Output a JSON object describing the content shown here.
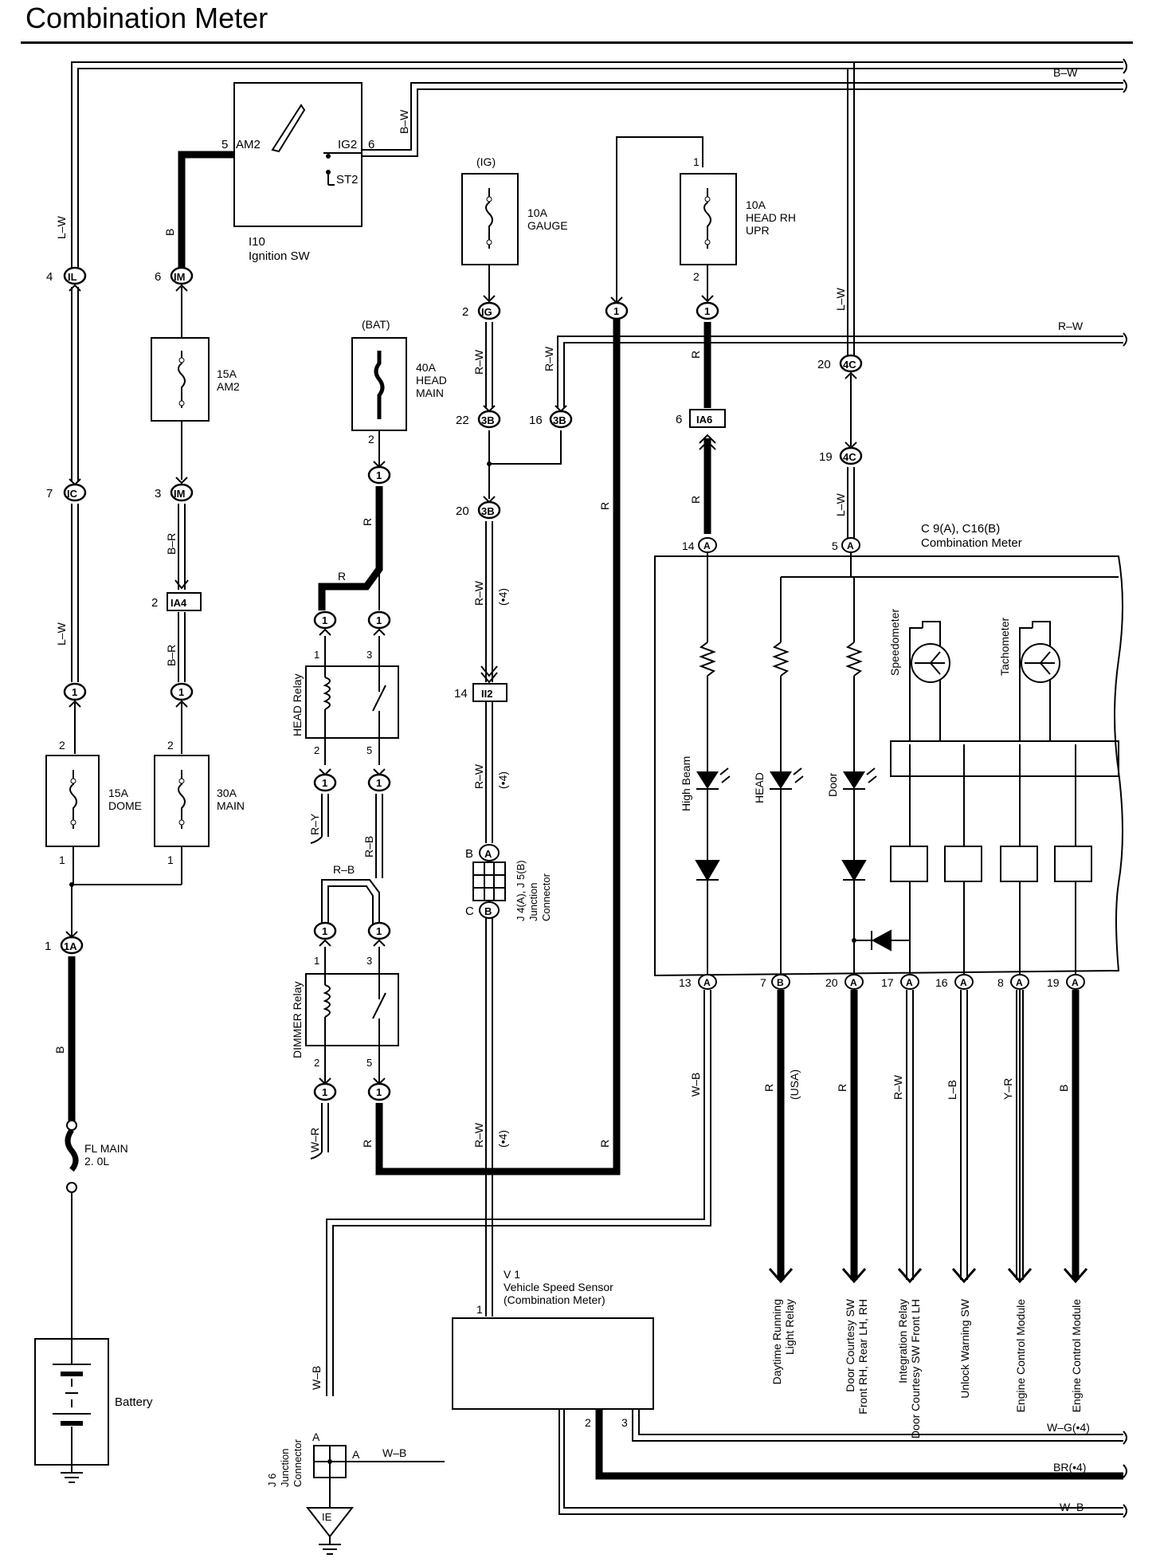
{
  "title": "Combination Meter",
  "wires": {
    "bw_top": "B–W",
    "bw_ign": "B–W",
    "lw_left": "L–W",
    "b_am2": "B",
    "lw_left2": "L–W",
    "br_1": "B–R",
    "br_2": "B–R",
    "b_fl": "B",
    "r_bat": "R",
    "r_relay": "R",
    "ry": "R–Y",
    "rb_1": "R–B",
    "rb_2": "R–B",
    "wr": "W–R",
    "r_dim": "R",
    "rw_gauge": "R–W",
    "rw_3b": "R–W",
    "rw_mid1": "R–W",
    "rw_mid2": "R–W",
    "rw_low": "R–W",
    "dot4": "(•4)",
    "r_vert": "R",
    "r_vert2": "R",
    "rw_right": "R–W",
    "r_ia6_1": "R",
    "r_ia6_2": "R",
    "lw_4c1": "L–W",
    "lw_4c2": "L–W",
    "wb_13": "W–B",
    "r_7": "R",
    "usa": "(USA)",
    "r_20": "R",
    "rw_17": "R–W",
    "lb_16": "L–B",
    "yr_8": "Y–R",
    "b_19": "B",
    "wb_j6": "W–B",
    "wb_a": "W–B",
    "wg4": "W–G(•4)",
    "br4": "BR(•4)",
    "wb_bottom": "W–B"
  },
  "components": {
    "ignition_sw": {
      "id": "I10",
      "name": "Ignition SW",
      "am2": "AM2",
      "ig2": "IG2",
      "st2": "ST2",
      "pin5": "5",
      "pin6": "6"
    },
    "fuse_gauge": {
      "supply": "(IG)",
      "rating": "10A",
      "name": "GAUGE"
    },
    "fuse_head_rh": {
      "pin": "1",
      "pin2": "2",
      "rating": "10A",
      "name1": "HEAD RH",
      "name2": "UPR"
    },
    "fuse_am2": {
      "rating": "15A",
      "name": "AM2"
    },
    "fuse_head_main": {
      "supply": "(BAT)",
      "rating": "40A",
      "name1": "HEAD",
      "name2": "MAIN",
      "pin": "2"
    },
    "fuse_dome": {
      "rating": "15A",
      "name": "DOME"
    },
    "fuse_main": {
      "rating": "30A",
      "name": "MAIN"
    },
    "fl_main": {
      "name": "FL MAIN",
      "size": "2. 0L"
    },
    "battery": {
      "name": "Battery"
    },
    "head_relay": {
      "name": "HEAD Relay"
    },
    "dimmer_relay": {
      "name": "DIMMER Relay"
    },
    "junction_j4": {
      "line1": "J 4(A), J 5(B)",
      "line2": "Junction",
      "line3": "Connector",
      "pinB": "B",
      "pinC": "C",
      "letA": "A",
      "letB": "B"
    },
    "combo_meter": {
      "id": "C 9(A), C16(B)",
      "name": "Combination Meter",
      "speedometer": "Speedometer",
      "tachometer": "Tachometer",
      "high_beam": "High Beam",
      "head": "HEAD",
      "door": "Door"
    },
    "vss": {
      "id": "V 1",
      "name": "Vehicle Speed Sensor",
      "sub": "(Combination Meter)",
      "pin1": "1",
      "pin2": "2",
      "pin3": "3"
    },
    "j6": {
      "id": "J 6",
      "name1": "Junction",
      "name2": "Connector",
      "pinA": "A",
      "pinA2": "A",
      "ground": "IE"
    }
  },
  "connectors": {
    "il": {
      "pin": "4",
      "code": "IL"
    },
    "im1": {
      "pin": "6",
      "code": "IM"
    },
    "ic": {
      "pin": "7",
      "code": "IC"
    },
    "im2": {
      "pin": "3",
      "code": "IM"
    },
    "ia4": {
      "pin": "2",
      "code": "IA4"
    },
    "ig": {
      "pin": "2",
      "code": "IG"
    },
    "c3b_22": {
      "pin": "22",
      "code": "3B"
    },
    "c3b_16": {
      "pin": "16",
      "code": "3B"
    },
    "c3b_20": {
      "pin": "20",
      "code": "3B"
    },
    "ii2": {
      "pin": "14",
      "code": "II2"
    },
    "ia6": {
      "pin": "6",
      "code": "IA6"
    },
    "c4c_20": {
      "pin": "20",
      "code": "4C"
    },
    "c4c_19": {
      "pin": "19",
      "code": "4C"
    },
    "ia1": {
      "pin": "1",
      "code": "1A"
    },
    "meter_14": {
      "pin": "14",
      "code": "A"
    },
    "meter_5": {
      "pin": "5",
      "code": "A"
    },
    "one": "1",
    "two": "2",
    "three": "3",
    "five": "5"
  },
  "meter_pins": [
    {
      "pin": "13",
      "code": "A"
    },
    {
      "pin": "7",
      "code": "B"
    },
    {
      "pin": "20",
      "code": "A"
    },
    {
      "pin": "17",
      "code": "A"
    },
    {
      "pin": "16",
      "code": "A"
    },
    {
      "pin": "8",
      "code": "A"
    },
    {
      "pin": "19",
      "code": "A"
    }
  ],
  "destinations": {
    "drl_1": "Daytime Running",
    "drl_2": "Light Relay",
    "door_1": "Door Courtesy SW",
    "door_2": "Front RH,   Rear LH,   RH",
    "integ_1": "Integration Relay",
    "integ_2": "Door Courtesy SW Front LH",
    "unlock": "Unlock Warning SW",
    "ecm1": "Engine Control Module",
    "ecm2": "Engine Control Module"
  }
}
